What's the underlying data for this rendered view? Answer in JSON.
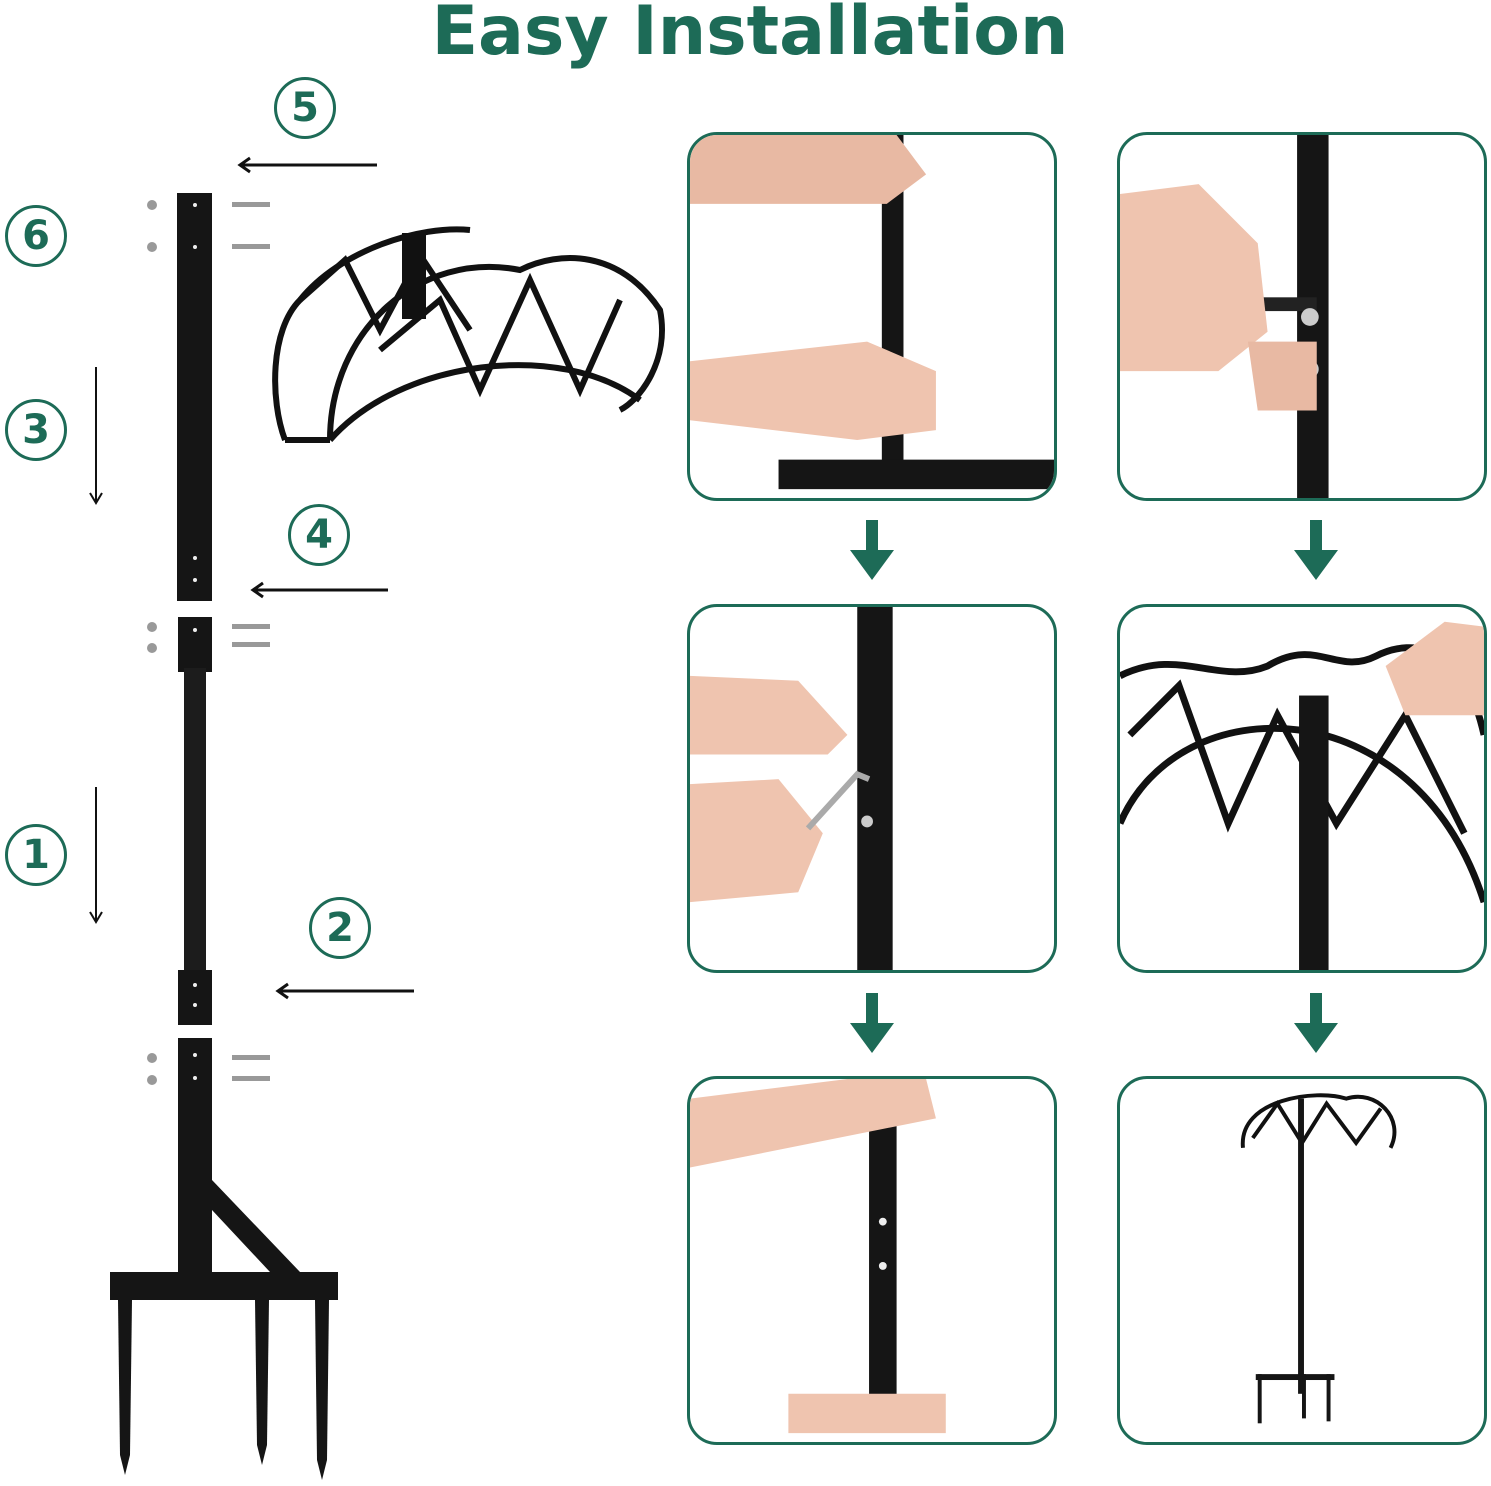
{
  "title": "Easy Installation",
  "steps": [
    "1",
    "2",
    "3",
    "4",
    "5",
    "6"
  ],
  "accent_color": "#1d6b57",
  "panels": [
    {
      "name": "hold-pole-panel"
    },
    {
      "name": "tighten-bolt-panel"
    },
    {
      "name": "hex-key-panel"
    },
    {
      "name": "attach-rack-panel"
    },
    {
      "name": "extend-pole-panel"
    },
    {
      "name": "finished-stand-panel"
    }
  ]
}
